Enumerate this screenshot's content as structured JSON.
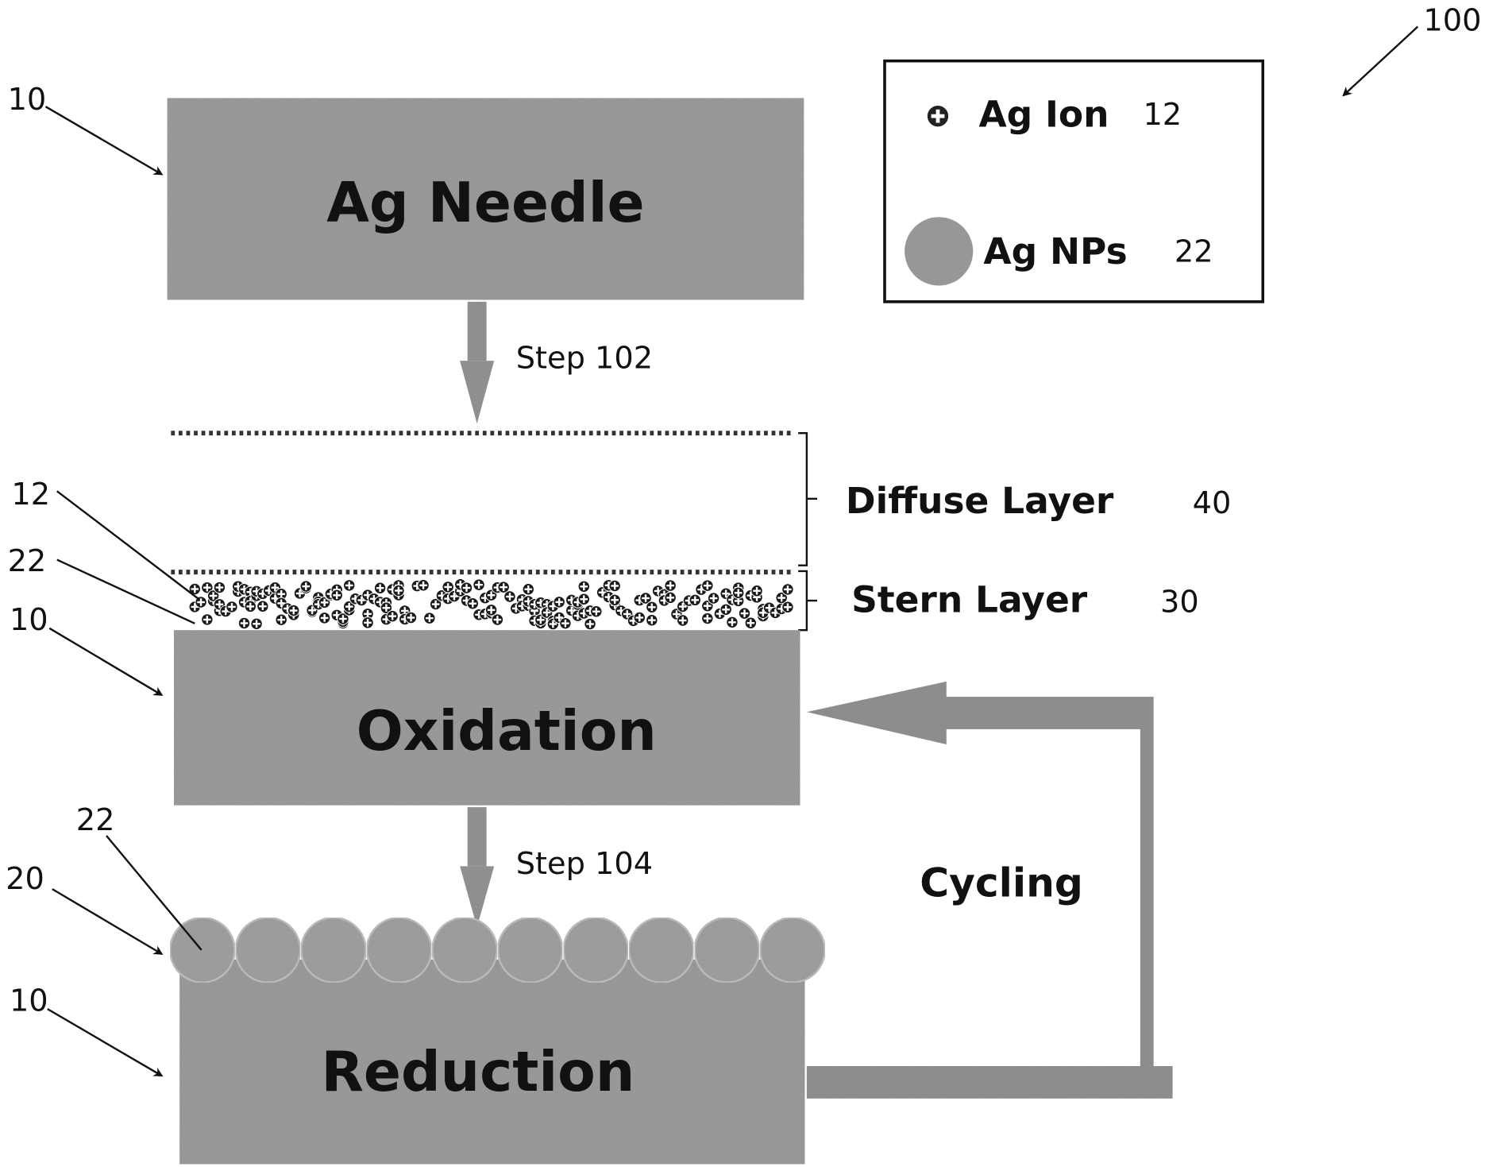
{
  "figure_ref": "100",
  "legend": {
    "ion_label": "Ag Ion",
    "ion_ref": "12",
    "np_label": "Ag NPs",
    "np_ref": "22"
  },
  "blocks": {
    "needle": "Ag Needle",
    "oxidation": "Oxidation",
    "reduction": "Reduction"
  },
  "steps": {
    "first": "Step 102",
    "second": "Step 104"
  },
  "layers": {
    "diffuse_label": "Diffuse Layer",
    "diffuse_ref": "40",
    "stern_label": "Stern Layer",
    "stern_ref": "30"
  },
  "cycle_label": "Cycling",
  "refs": {
    "needle_top": "10",
    "ion": "12",
    "np_oxidation": "22",
    "needle_oxidation": "10",
    "np_reduction": "22",
    "np_layer": "20",
    "needle_reduction": "10"
  },
  "colors": {
    "gray_fill": "#9d9d9d",
    "dark": "#111111",
    "arrow": "#8f8f8f"
  }
}
